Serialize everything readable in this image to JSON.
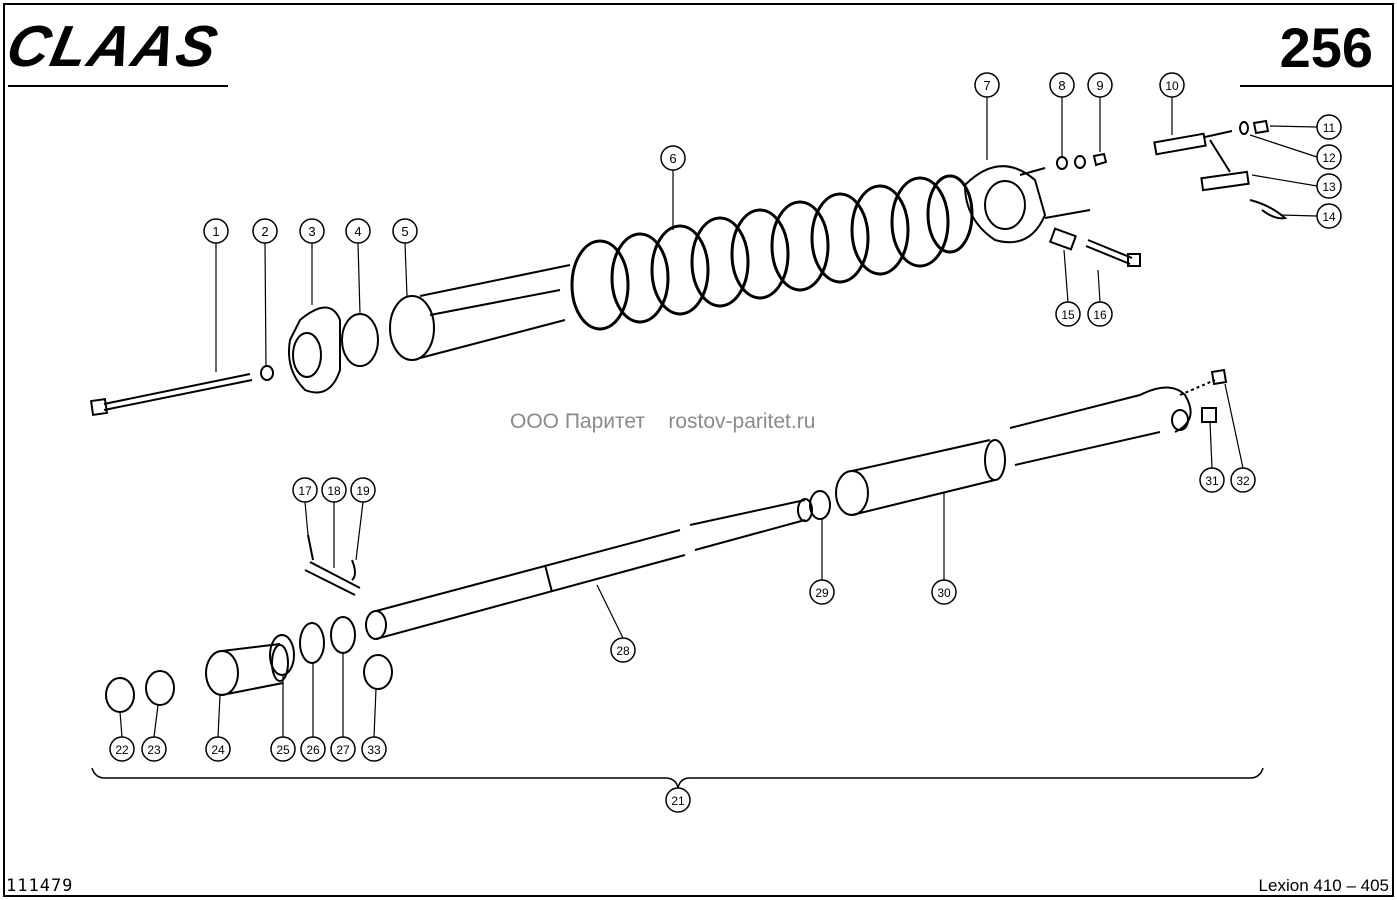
{
  "header": {
    "brand": "CLAAS",
    "page_number": "256"
  },
  "watermark": "ООО Паритет    rostov-paritet.ru",
  "footer": {
    "drawing_number": "111479",
    "model": "Lexion 410 – 405"
  },
  "callouts": [
    {
      "id": "c1",
      "label": "1"
    },
    {
      "id": "c2",
      "label": "2"
    },
    {
      "id": "c3",
      "label": "3"
    },
    {
      "id": "c4",
      "label": "4"
    },
    {
      "id": "c5",
      "label": "5"
    },
    {
      "id": "c6",
      "label": "6"
    },
    {
      "id": "c7",
      "label": "7"
    },
    {
      "id": "c8",
      "label": "8"
    },
    {
      "id": "c9",
      "label": "9"
    },
    {
      "id": "c10",
      "label": "10"
    },
    {
      "id": "c11",
      "label": "11"
    },
    {
      "id": "c12",
      "label": "12"
    },
    {
      "id": "c13",
      "label": "13"
    },
    {
      "id": "c14",
      "label": "14"
    },
    {
      "id": "c15",
      "label": "15"
    },
    {
      "id": "c16",
      "label": "16"
    },
    {
      "id": "c17",
      "label": "17"
    },
    {
      "id": "c18",
      "label": "18"
    },
    {
      "id": "c19",
      "label": "19"
    },
    {
      "id": "c21",
      "label": "21"
    },
    {
      "id": "c22",
      "label": "22"
    },
    {
      "id": "c23",
      "label": "23"
    },
    {
      "id": "c24",
      "label": "24"
    },
    {
      "id": "c25",
      "label": "25"
    },
    {
      "id": "c26",
      "label": "26"
    },
    {
      "id": "c27",
      "label": "27"
    },
    {
      "id": "c28",
      "label": "28"
    },
    {
      "id": "c29",
      "label": "29"
    },
    {
      "id": "c30",
      "label": "30"
    },
    {
      "id": "c31",
      "label": "31"
    },
    {
      "id": "c32",
      "label": "32"
    },
    {
      "id": "c33",
      "label": "33"
    }
  ]
}
